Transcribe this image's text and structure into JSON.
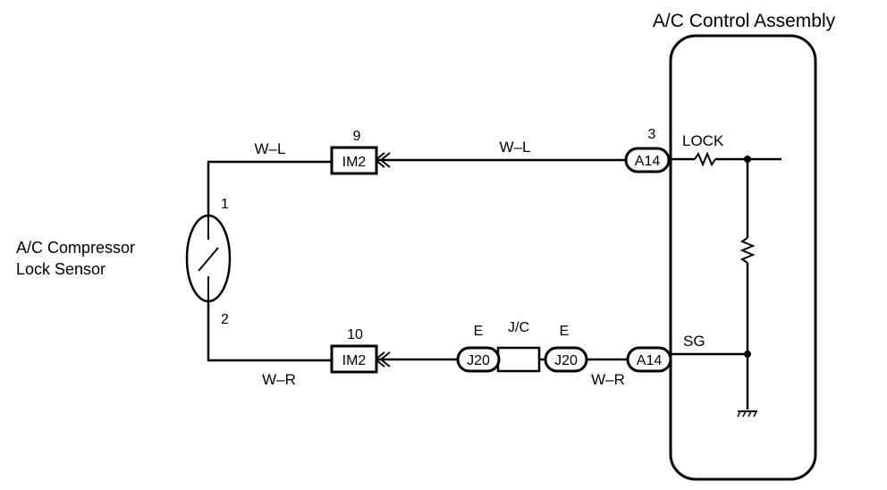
{
  "assembly": {
    "title": "A/C Control Assembly"
  },
  "sensor": {
    "line1": "A/C Compressor",
    "line2": "Lock Sensor",
    "pin_top": "1",
    "pin_bottom": "2"
  },
  "wires": {
    "top_left": "W–L",
    "top_right": "W–L",
    "bottom_left": "W–R",
    "bottom_right": "W–R"
  },
  "connectors": {
    "im2_top": {
      "code": "IM2",
      "pin": "9"
    },
    "im2_bottom": {
      "code": "IM2",
      "pin": "10"
    },
    "a14_top": {
      "code": "A14",
      "pin": "3"
    },
    "a14_bottom": {
      "code": "A14"
    },
    "j20_left": {
      "code": "J20",
      "pin": "E"
    },
    "j20_right": {
      "code": "J20",
      "pin": "E"
    },
    "jc": {
      "label": "J/C"
    }
  },
  "terminals": {
    "lock": "LOCK",
    "sg": "SG"
  }
}
